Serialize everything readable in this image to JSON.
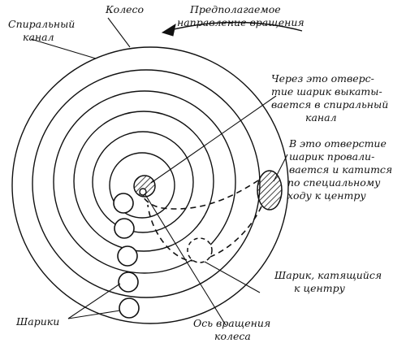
{
  "labels": {
    "wheel": "Колесо",
    "channel": [
      "Спиральный",
      "канал"
    ],
    "rotation": [
      "Предполагаемое",
      "направление вращения"
    ],
    "exit_hole": [
      "Через это отверс-",
      "тие шарик выкаты-",
      "вается в спиральный",
      "канал"
    ],
    "entry_hole": [
      "В это отверстие",
      "шарик провали-",
      "вается и катится",
      "по специальному",
      "ходу к центру"
    ],
    "rolling_ball": [
      "Шарик, катящийся",
      "к центру"
    ],
    "axis": [
      "Ось вращения",
      "колеса"
    ],
    "balls": "Шарики"
  }
}
